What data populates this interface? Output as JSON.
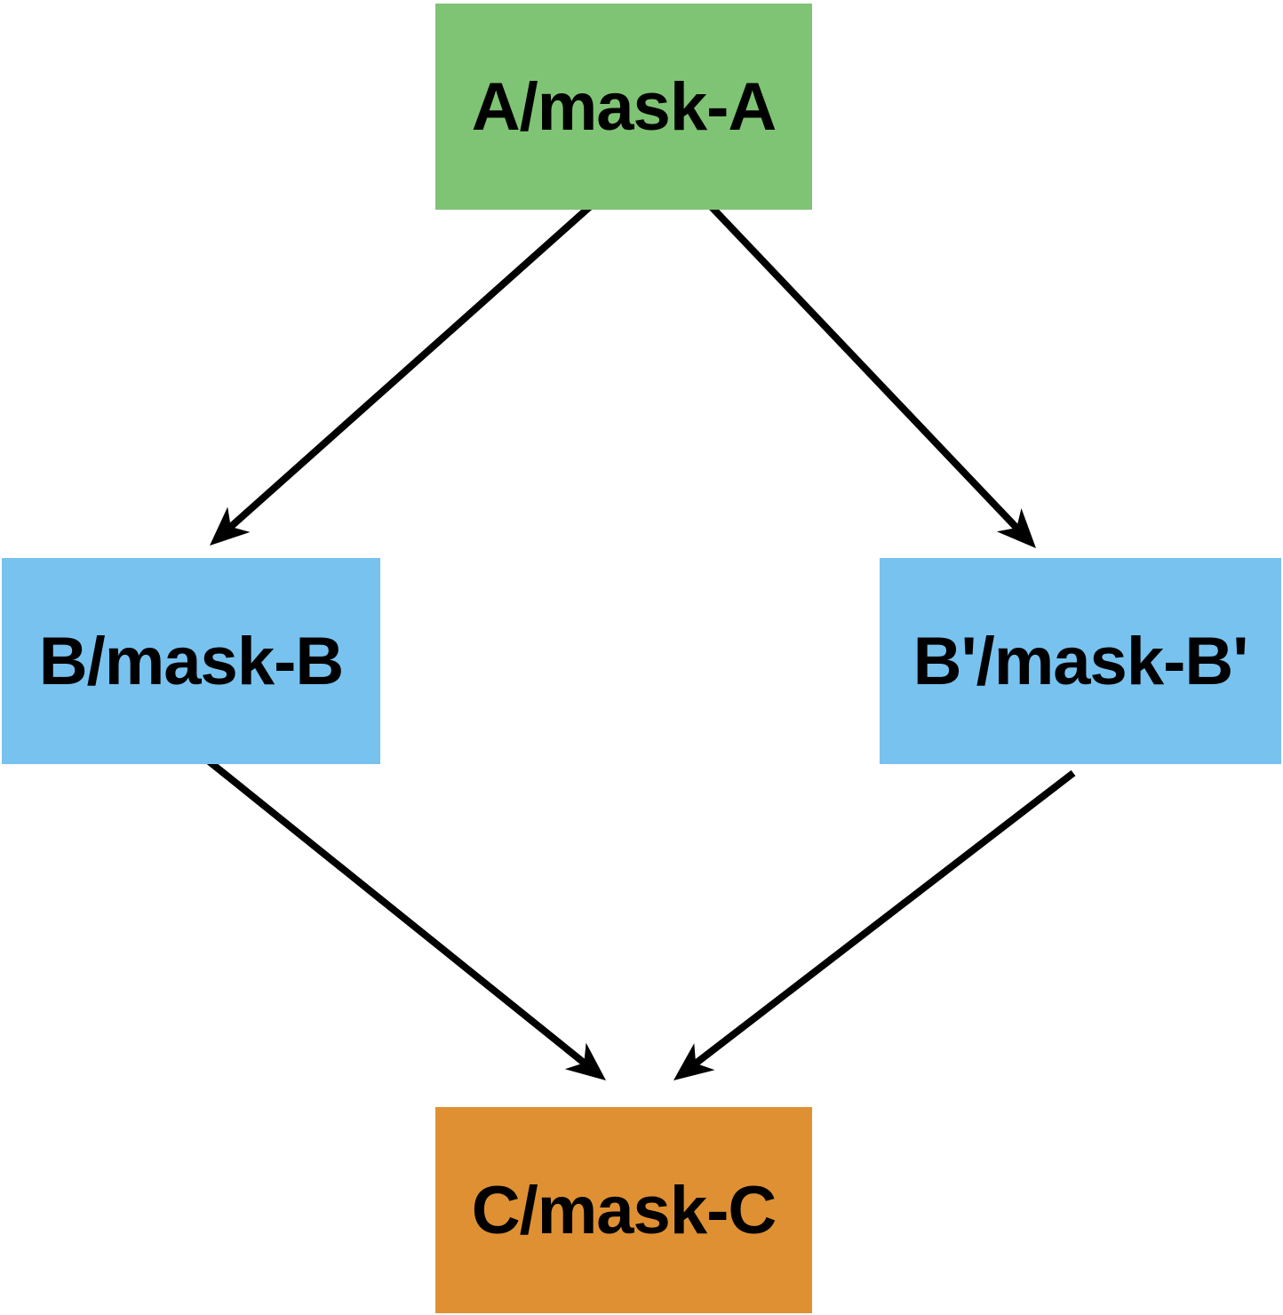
{
  "diagram": {
    "nodes": [
      {
        "id": "A",
        "label": "A/mask-A",
        "color": "#7FC474"
      },
      {
        "id": "B",
        "label": "B/mask-B",
        "color": "#78C2EF"
      },
      {
        "id": "Bp",
        "label": "B'/mask-B'",
        "color": "#78C2EF"
      },
      {
        "id": "C",
        "label": "C/mask-C",
        "color": "#DF9033"
      }
    ],
    "edges": [
      {
        "from": "A",
        "to": "B"
      },
      {
        "from": "A",
        "to": "Bp"
      },
      {
        "from": "B",
        "to": "C"
      },
      {
        "from": "Bp",
        "to": "C"
      }
    ],
    "arrow_color": "#000000"
  }
}
